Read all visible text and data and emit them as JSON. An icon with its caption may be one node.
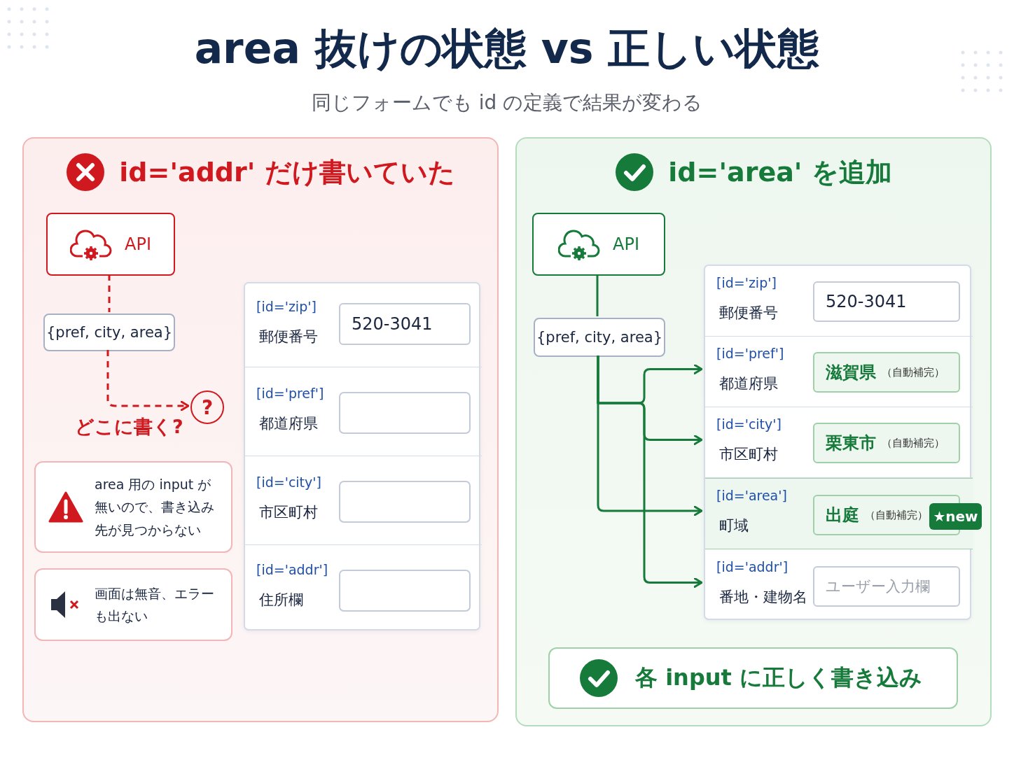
{
  "diagram": {
    "title": "area 抜けの状態 vs 正しい状態",
    "nodes": [
      {
        "text": [
          "id='addr' だけ書いていた"
        ]
      },
      {
        "text": [
          "API"
        ],
        "in": 0
      },
      {
        "text": [
          "{pref, city, area}"
        ],
        "in": 0
      },
      {
        "text": [
          "?"
        ],
        "in": 0,
        "beside": [
          "どこに書く?"
        ]
      },
      {
        "text": [
          "area 用の input が無いので、書き込み先が見つからない"
        ],
        "in": 0
      },
      {
        "text": [
          "画面は無音、エラーも出ない"
        ],
        "in": 0
      },
      {
        "text": [],
        "shape": "box",
        "in": 0
      },
      {
        "text": [
          "[id='zip']",
          "郵便番号"
        ],
        "in": 6
      },
      {
        "text": [
          "520-3041"
        ],
        "in": 7
      },
      {
        "text": [
          "[id='pref']",
          "都道府県"
        ],
        "in": 6
      },
      {
        "text": [],
        "shape": "box",
        "in": 9
      },
      {
        "text": [
          "[id='city']",
          "市区町村"
        ],
        "in": 6
      },
      {
        "text": [],
        "shape": "box",
        "in": 11
      },
      {
        "text": [
          "[id='addr']",
          "住所欄"
        ],
        "in": 6
      },
      {
        "text": [],
        "shape": "box",
        "in": 13
      },
      {
        "text": [
          "id='area' を追加"
        ]
      },
      {
        "text": [
          "API"
        ],
        "in": 15
      },
      {
        "text": [
          "{pref, city, area}"
        ],
        "in": 15
      },
      {
        "text": [],
        "shape": "box",
        "in": 15
      },
      {
        "text": [
          "[id='zip']",
          "郵便番号"
        ],
        "in": 18
      },
      {
        "text": [
          "520-3041"
        ],
        "in": 19
      },
      {
        "text": [
          "[id='pref']",
          "都道府県"
        ],
        "in": 18
      },
      {
        "text": [
          "滋賀県",
          "（自動補完）"
        ],
        "in": 21
      },
      {
        "text": [
          "[id='city']",
          "市区町村"
        ],
        "in": 18
      },
      {
        "text": [
          "栗東市",
          "（自動補完）"
        ],
        "in": 23
      },
      {
        "text": [
          "[id='area']",
          "町域"
        ],
        "in": 18
      },
      {
        "text": [
          "出庭",
          "（自動補完）"
        ],
        "in": 25
      },
      {
        "text": [
          "★new"
        ],
        "in": 15
      },
      {
        "text": [
          "[id='addr']",
          "番地・建物名"
        ],
        "in": 18
      },
      {
        "text": [
          "ユーザー入力欄"
        ],
        "in": 28
      },
      {
        "text": [
          "各 input に正しく書き込み"
        ],
        "in": 15
      }
    ],
    "edges": [
      {
        "from": 1,
        "to": 2,
        "arrow": "none",
        "style": "dashed",
        "color": "#d0191f"
      },
      {
        "from": 2,
        "to": 3,
        "arrow": "to",
        "style": "dashed",
        "color": "#d0191f"
      },
      {
        "from": 16,
        "to": 17,
        "arrow": "none"
      },
      {
        "from": 17,
        "to": 21,
        "arrow": "to"
      },
      {
        "from": 17,
        "to": 23,
        "arrow": "to"
      },
      {
        "from": 17,
        "to": 25,
        "arrow": "to"
      },
      {
        "from": 17,
        "to": 28,
        "arrow": "to"
      }
    ],
    "labels": [
      "同じフォームでも id の定義で結果が変わる"
    ]
  }
}
